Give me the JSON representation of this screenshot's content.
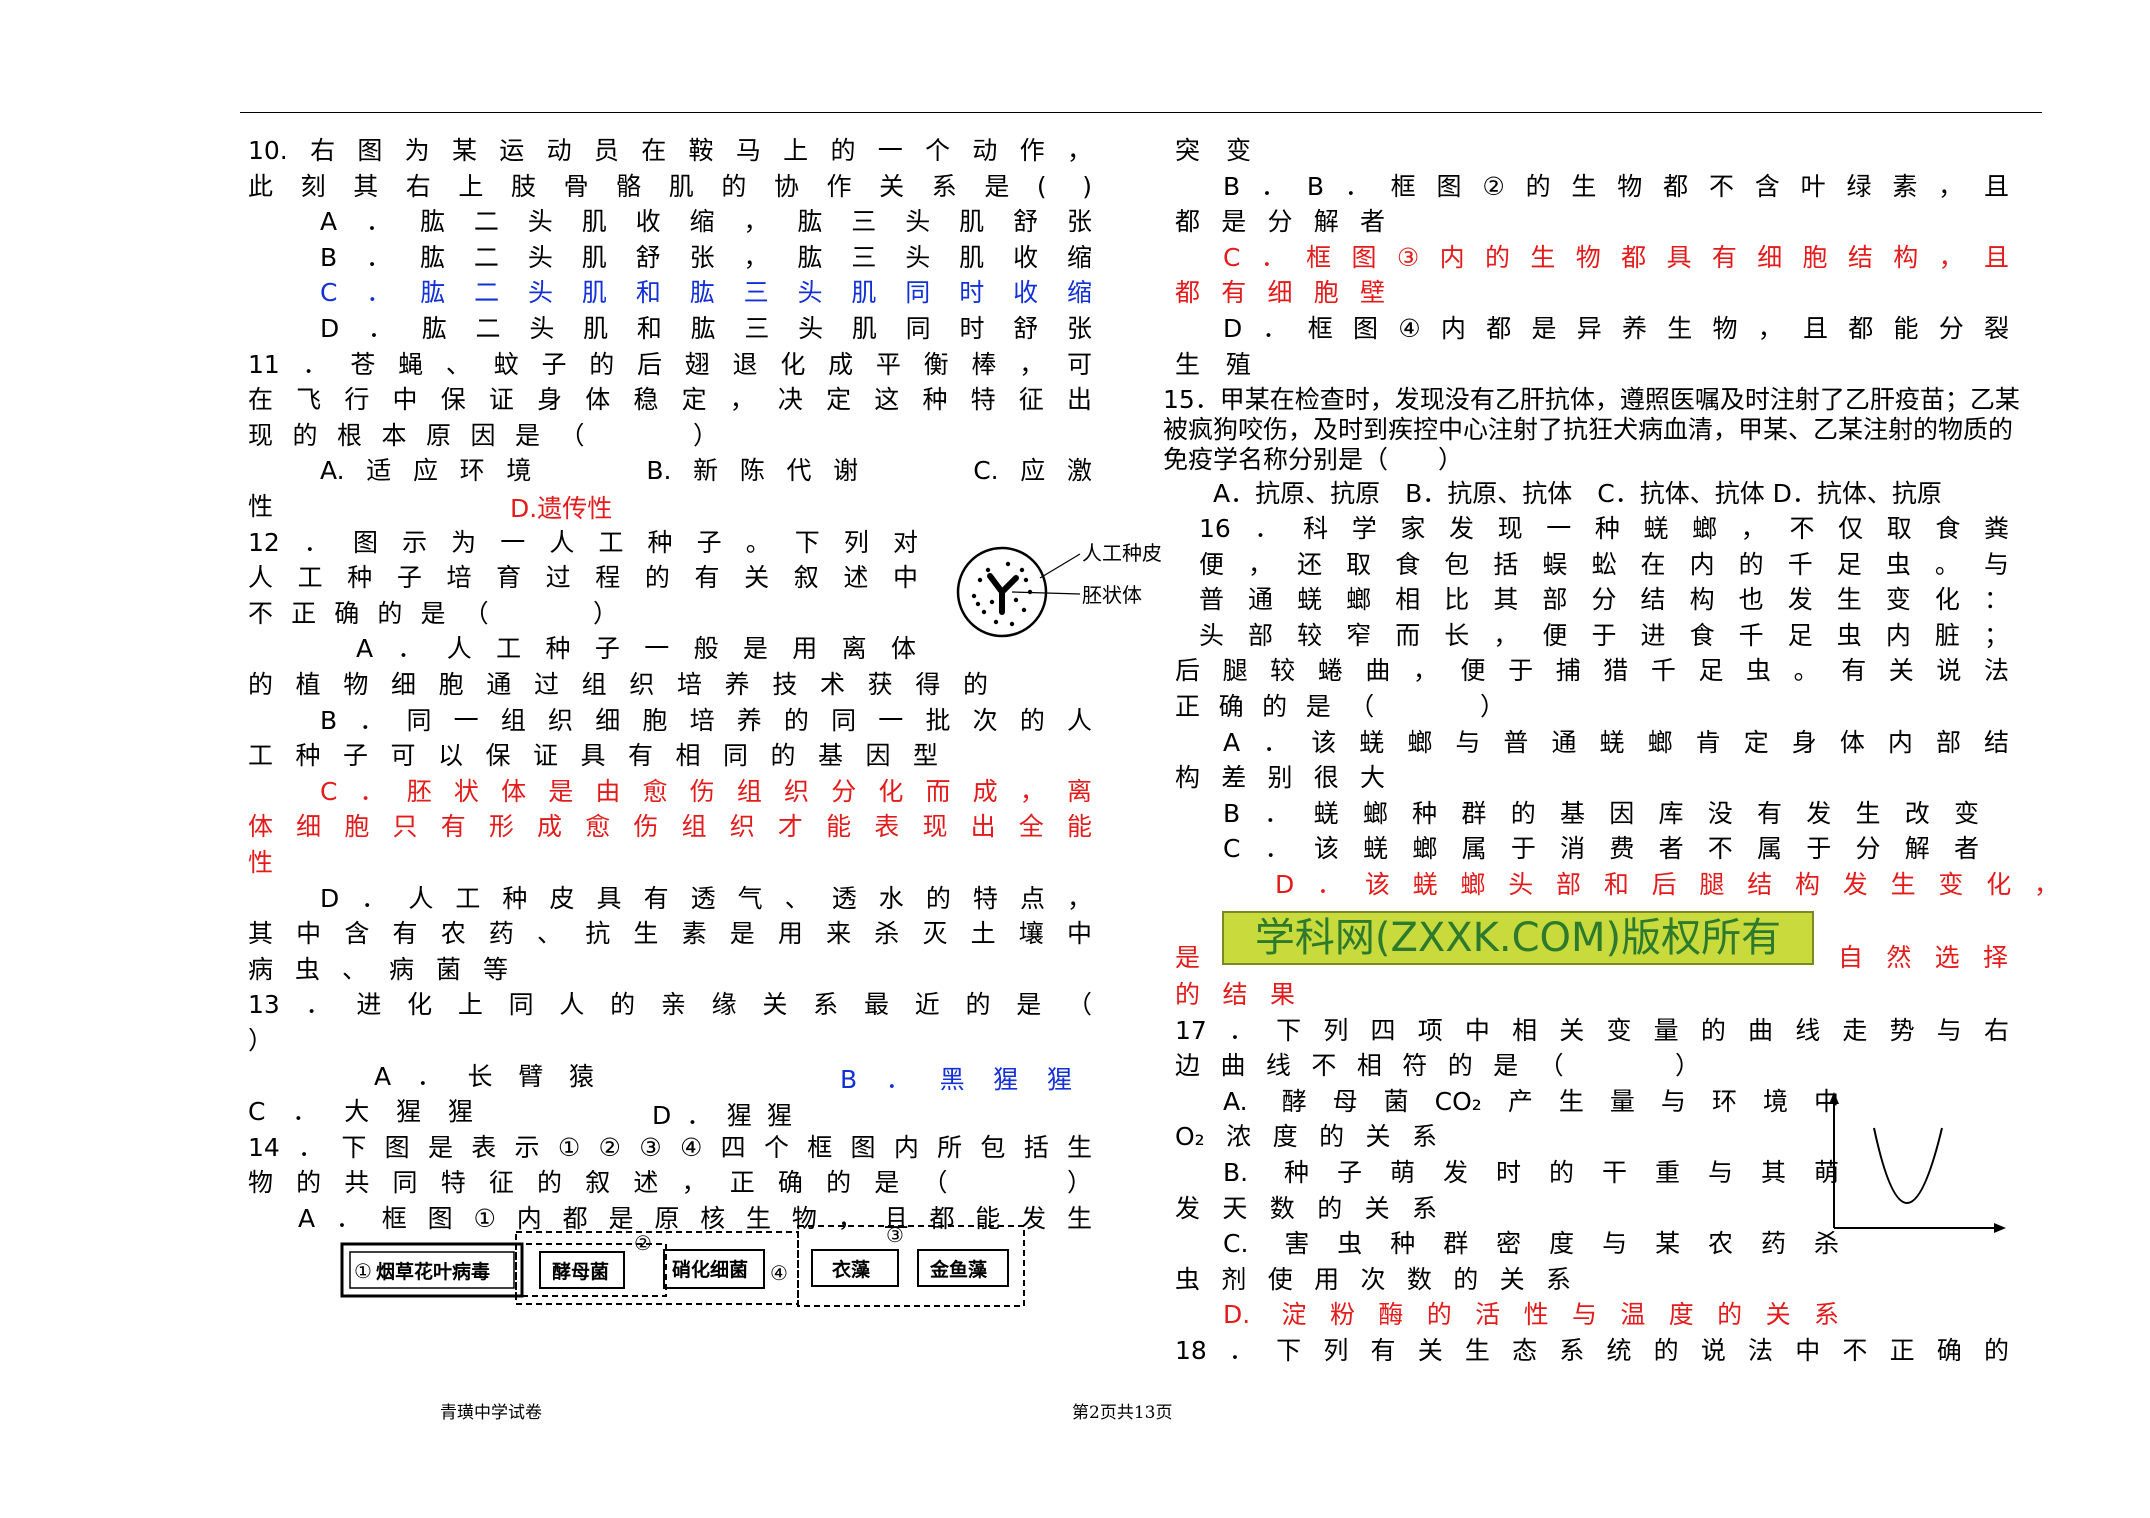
{
  "left_column": [
    {
      "text": "10.右图为某运动员在鞍马上的一个动作，",
      "color": "black",
      "indent": 0,
      "justify": true
    },
    {
      "text": "此刻其右上肢骨骼肌的协作关系是( )",
      "color": "black",
      "indent": 0,
      "justify": true
    },
    {
      "text": "A．肱二头肌收缩，肱三头肌舒张",
      "color": "black",
      "indent": 72,
      "justify": true
    },
    {
      "text": "B．肱二头肌舒张，肱三头肌收缩",
      "color": "black",
      "indent": 72,
      "justify": true
    },
    {
      "text": "C．肱二头肌和肱三头肌同时收缩",
      "color": "blue",
      "indent": 72,
      "justify": true
    },
    {
      "text": "D．肱二头肌和肱三头肌同时舒张",
      "color": "black",
      "indent": 72,
      "justify": true
    },
    {
      "text": "11．苍蝇、蚊子的后翅退化成平衡棒，可",
      "color": "black",
      "indent": 0,
      "justify": true
    },
    {
      "text": "在飞行中保证身体稳定，决定这种特征出",
      "color": "black",
      "indent": 0,
      "justify": true
    },
    {
      "text": "现的根本原因是（　　）",
      "color": "black",
      "indent": 0,
      "justify": true,
      "width": 470
    },
    {
      "text": "A.适应环境　　B.新陈代谢　　C.应激",
      "color": "black",
      "indent": 72,
      "justify": true
    },
    {
      "text": "性",
      "color": "black",
      "indent": 0,
      "justify": false
    },
    {
      "text": "12．图示为一人工种子。下列对",
      "color": "black",
      "indent": 0,
      "justify": true,
      "width": 670
    },
    {
      "text": "人工种子培育过程的有关叙述中",
      "color": "black",
      "indent": 0,
      "justify": true,
      "width": 670
    },
    {
      "text": "不正确的是（　　）",
      "color": "black",
      "indent": 0,
      "justify": true,
      "width": 370
    },
    {
      "text": "A．人工种子一般是用离体",
      "color": "black",
      "indent": 108,
      "justify": true,
      "width": 560
    },
    {
      "text": "的植物细胞通过组织培养技术获得的",
      "color": "black",
      "indent": 0,
      "justify": true,
      "width": 740
    },
    {
      "text": "B．同一组织细胞培养的同一批次的人",
      "color": "black",
      "indent": 72,
      "justify": true
    },
    {
      "text": "工种子可以保证具有相同的基因型",
      "color": "black",
      "indent": 0,
      "justify": true,
      "width": 690
    },
    {
      "text": "C．胚状体是由愈伤组织分化而成，离",
      "color": "red",
      "indent": 72,
      "justify": true
    },
    {
      "text": "体细胞只有形成愈伤组织才能表现出全能",
      "color": "red",
      "indent": 0,
      "justify": true
    },
    {
      "text": "性",
      "color": "red",
      "indent": 0,
      "justify": false
    },
    {
      "text": "D．人工种皮具有透气、透水的特点，",
      "color": "black",
      "indent": 72,
      "justify": true
    },
    {
      "text": "其中含有农药、抗生素是用来杀灭土壤中",
      "color": "black",
      "indent": 0,
      "justify": true
    },
    {
      "text": "病虫、病菌等",
      "color": "black",
      "indent": 0,
      "justify": true,
      "width": 260
    },
    {
      "text": "13．进化上同人的亲缘关系最近的是（",
      "color": "black",
      "indent": 0,
      "justify": true
    },
    {
      "text": "）",
      "color": "black",
      "indent": 0,
      "justify": false
    },
    {
      "text": "A．长臂猿",
      "color": "black",
      "indent": 126,
      "justify": true,
      "width": 220
    },
    {
      "text": "C．大猩猩",
      "color": "black",
      "indent": 0,
      "justify": true,
      "width": 225
    },
    {
      "text": "14．下图是表示①②③④四个框图内所包括生",
      "color": "black",
      "indent": 0,
      "justify": true
    },
    {
      "text": "物的共同特征的叙述，正确的是（　　）",
      "color": "black",
      "indent": 0,
      "justify": true
    },
    {
      "text": "A．框图①内都是原核生物，且都能发生",
      "color": "black",
      "indent": 50,
      "justify": true
    }
  ],
  "left_inline": {
    "q11_D": "D.遗传性",
    "q13_B": "B．黑猩猩",
    "q13_D": "D．猩猩"
  },
  "right_column": [
    {
      "text": "突变",
      "color": "black",
      "indent": 0,
      "justify": true,
      "width": 76
    },
    {
      "text": "B．B．框图②的生物都不含叶绿素，且",
      "color": "black",
      "indent": 48,
      "justify": true
    },
    {
      "text": "都是分解者",
      "color": "black",
      "indent": 0,
      "justify": true,
      "width": 210
    },
    {
      "text": "C．框图③内的生物都具有细胞结构，且",
      "color": "red",
      "indent": 48,
      "justify": true
    },
    {
      "text": "都有细胞壁",
      "color": "red",
      "indent": 0,
      "justify": true,
      "width": 210
    },
    {
      "text": "D．框图④内都是异养生物，且都能分裂",
      "color": "black",
      "indent": 48,
      "justify": true
    },
    {
      "text": "生殖",
      "color": "black",
      "indent": 0,
      "justify": true,
      "width": 76
    },
    {
      "text": "15．甲某在检查时，发现没有乙肝抗体，遵照医嘱及时注射了乙肝疫苗；乙某",
      "color": "black",
      "indent": -12,
      "justify": false
    },
    {
      "text": "被疯狗咬伤，及时到疾控中心注射了抗狂犬病血清，甲某、乙某注射的物质的",
      "color": "black",
      "indent": -12,
      "justify": false
    },
    {
      "text": "免疫学名称分别是（　　）",
      "color": "black",
      "indent": -12,
      "justify": false
    },
    {
      "text": "A．抗原、抗原　B．抗原、抗体　C．抗体、抗体 D．抗体、抗原",
      "color": "black",
      "indent": 38,
      "justify": false
    },
    {
      "text": "16．科学家发现一种蜣螂，不仅取食粪",
      "color": "black",
      "indent": 24,
      "justify": true
    },
    {
      "text": "便，还取食包括蜈蚣在内的千足虫。与",
      "color": "black",
      "indent": 24,
      "justify": true
    },
    {
      "text": "普通蜣螂相比其部分结构也发生变化：",
      "color": "black",
      "indent": 24,
      "justify": true
    },
    {
      "text": "头部较窄而长，便于进食千足虫内脏；",
      "color": "black",
      "indent": 24,
      "justify": true
    },
    {
      "text": "后腿较蜷曲，便于捕猎千足虫。有关说法",
      "color": "black",
      "indent": 0,
      "justify": true
    },
    {
      "text": "正确的是（　　）",
      "color": "black",
      "indent": 0,
      "justify": true,
      "width": 330
    },
    {
      "text": "A．该蜣螂与普通蜣螂肯定身体内部结",
      "color": "black",
      "indent": 48,
      "justify": true
    },
    {
      "text": "构差别很大",
      "color": "black",
      "indent": 0,
      "justify": true,
      "width": 210
    },
    {
      "text": "B．蜣螂种群的基因库没有发生改变",
      "color": "black",
      "indent": 48,
      "justify": true,
      "width": 756
    },
    {
      "text": "C．该蜣螂属于消费者不属于分解者",
      "color": "black",
      "indent": 48,
      "justify": true,
      "width": 756
    },
    {
      "text": "D．该蜣螂头部和后腿结构发生变化，",
      "color": "red",
      "indent": 100,
      "justify": true,
      "width": 784
    },
    {
      "text": "是",
      "color": "red",
      "indent": 0,
      "justify": false
    },
    {
      "text": "的结果",
      "color": "red",
      "indent": 0,
      "justify": true,
      "width": 120
    },
    {
      "text": "17．下列四项中相关变量的曲线走势与右",
      "color": "black",
      "indent": 0,
      "justify": true
    },
    {
      "text": "边曲线不相符的是（　　）",
      "color": "black",
      "indent": 0,
      "justify": true,
      "width": 525
    },
    {
      "text": "A. 酵母菌CO₂产生量与环境中",
      "color": "black",
      "indent": 48,
      "justify": true,
      "width": 616
    },
    {
      "text": "O₂浓度的关系",
      "color": "black",
      "indent": 0,
      "justify": true,
      "width": 262
    },
    {
      "text": "B. 种子萌发时的干重与其萌",
      "color": "black",
      "indent": 48,
      "justify": true,
      "width": 616
    },
    {
      "text": "发天数的关系",
      "color": "black",
      "indent": 0,
      "justify": true,
      "width": 262
    },
    {
      "text": "C. 害虫种群密度与某农药杀",
      "color": "black",
      "indent": 48,
      "justify": true,
      "width": 616
    },
    {
      "text": "虫剂使用次数的关系",
      "color": "black",
      "indent": 0,
      "justify": true,
      "width": 396
    },
    {
      "text": "D. 淀粉酶的活性与温度的关系",
      "color": "red",
      "indent": 48,
      "justify": true,
      "width": 616
    },
    {
      "text": "18．下列有关生态系统的说法中不正确的",
      "color": "black",
      "indent": 0,
      "justify": true
    }
  ],
  "right_inline": {
    "natural_selection": "自然选择",
    "watermark": "学科网(ZXXK.COM)版权所有"
  },
  "seed_figure": {
    "label_top": "人工种皮",
    "label_bottom": "胚状体"
  },
  "frame_figure": {
    "box1_marker": "①",
    "box1": "烟草花叶病毒",
    "box2_marker": "②",
    "box_yeast": "酵母菌",
    "box_nitrifying": "硝化细菌",
    "box3_marker": "③",
    "box4_marker": "④",
    "box_lichen": "衣藻",
    "box_fishweed": "金鱼藻"
  },
  "footer": {
    "school": "青璜中学试卷",
    "page": "第2页共13页"
  },
  "colors": {
    "red": "#e31b1b",
    "blue": "#1230d6",
    "watermark_bg": "#c8da3c",
    "watermark_text": "#2d7a2d"
  }
}
